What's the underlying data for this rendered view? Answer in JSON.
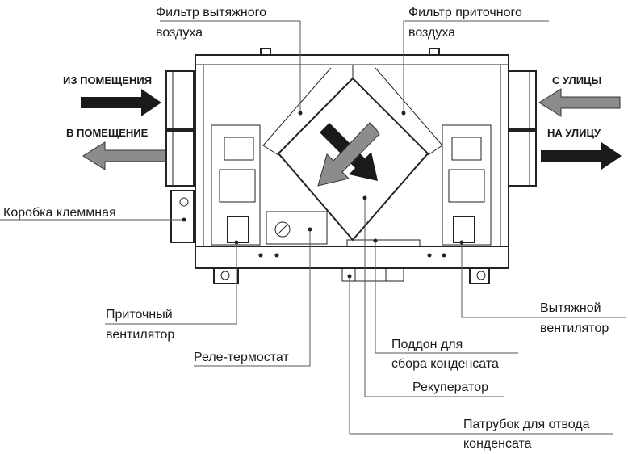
{
  "labels": {
    "exhaust_filter": [
      "Фильтр вытяжного",
      "воздуха"
    ],
    "supply_filter": [
      "Фильтр приточного",
      "воздуха"
    ],
    "terminal_box": "Коробка клеммная",
    "supply_fan": [
      "Приточный",
      "вентилятор"
    ],
    "relay_thermostat": "Реле-термостат",
    "condensate_tray": [
      "Поддон для",
      "сбора конденсата"
    ],
    "recuperator": "Рекуператор",
    "drain_pipe": [
      "Патрубок для отвода",
      "конденсата"
    ],
    "exhaust_fan": [
      "Вытяжной",
      "вентилятор"
    ]
  },
  "flows": {
    "from_room": "ИЗ ПОМЕЩЕНИЯ",
    "to_room": "В ПОМЕЩЕНИЕ",
    "from_street": "С УЛИЦЫ",
    "to_street": "НА УЛИЦУ"
  },
  "colors": {
    "exhaust_arrow": "#1a1a1a",
    "supply_arrow": "#8c8c8c"
  }
}
